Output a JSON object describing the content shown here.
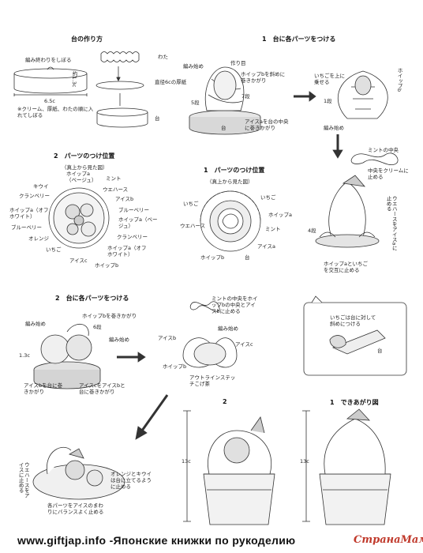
{
  "base": {
    "title": "台の作り方",
    "label_knot": "編み終わりをしぼる",
    "label_height": "約1.3c",
    "label_width": "6.5c",
    "note_fill": "※クリーム、厚紙、わたの順に入れてしぼる",
    "label_cotton": "わた",
    "label_cardboard": "直径6cの厚紙",
    "label_base": "台"
  },
  "step1_top": {
    "title": "1　台に各パーツをつける",
    "label_start": "編み始め",
    "label_spine": "作り目",
    "label_whip_b": "ホイップbを斜めに巻きかがり",
    "label_row5": "5段",
    "label_row7": "7段",
    "label_base": "台",
    "label_ice_a": "アイスaを台の中央に巻きかがり",
    "label_strawberry": "いちごを上に乗せる",
    "label_whip_b2": "ホイップb",
    "label_row1": "1段",
    "label_start2": "編み始め",
    "label_mint_center": "ミントの中央",
    "label_cream": "中央をクリームに止める",
    "label_wafer": "ウエハースをアイスaに止める",
    "label_row4": "4段",
    "label_alternate": "ホイップaといちごを交互に止める"
  },
  "step2_pos": {
    "title": "2　パーツのつけ位置",
    "subtitle": "（真上から見た図）",
    "labels": [
      "ホイップa（ベージュ）",
      "ミント",
      "キウイ",
      "ウエハース",
      "クランベリー",
      "アイスb",
      "ブルーベリー",
      "ホイップa（オフホワイト）",
      "ホイップa（ベージュ）",
      "ブルーベリー",
      "オレンジ",
      "クランベリー",
      "いちご",
      "ホイップa（オフホワイト）",
      "アイスc",
      "ホイップb"
    ]
  },
  "step1_pos": {
    "title": "1　パーツのつけ位置",
    "subtitle": "（真上から見た図）",
    "labels": [
      "いちご",
      "いちご",
      "ウエハース",
      "ホイップa",
      "ミント",
      "アイスa",
      "ホイップb",
      "台"
    ]
  },
  "step2_attach": {
    "title": "2　台に各パーツをつける",
    "label_whip_b": "ホイップbを巻きかがり",
    "label_start": "編み始め",
    "label_row6": "6段",
    "label_start2": "編み始め",
    "label_height": "1.3c",
    "label_ice_b": "アイスbを台に巻きかがり",
    "label_ice_c": "アイスcをアイスbと台に巻きかがり"
  },
  "mint_detail": {
    "label_mint": "ミントの中央をホイップbの中央とアイスbに止める",
    "label_start": "編み始め",
    "label_ice_b": "アイスb",
    "label_ice_c": "アイスc",
    "label_whip_b": "ホイップb",
    "label_stitch": "アウトラインステッチこげ茶"
  },
  "strawberry_note": {
    "text": "いちごは台に対して斜めにつける",
    "label_base": "台"
  },
  "finished": {
    "title_2": "2",
    "title_1": "1　できあがり図",
    "height_2": "13c",
    "height_1": "13c"
  },
  "bottom_left": {
    "label_wafer": "ウエハースをアイスに止める",
    "label_orange": "オレンジとキウイは台に立てるように止める",
    "label_balance": "各パーツをアイスのまわりにバランスよく止める"
  },
  "footer": {
    "site": "www.giftjap.info -Японские книжки по рукоделию",
    "logo": "СтранаМам"
  }
}
